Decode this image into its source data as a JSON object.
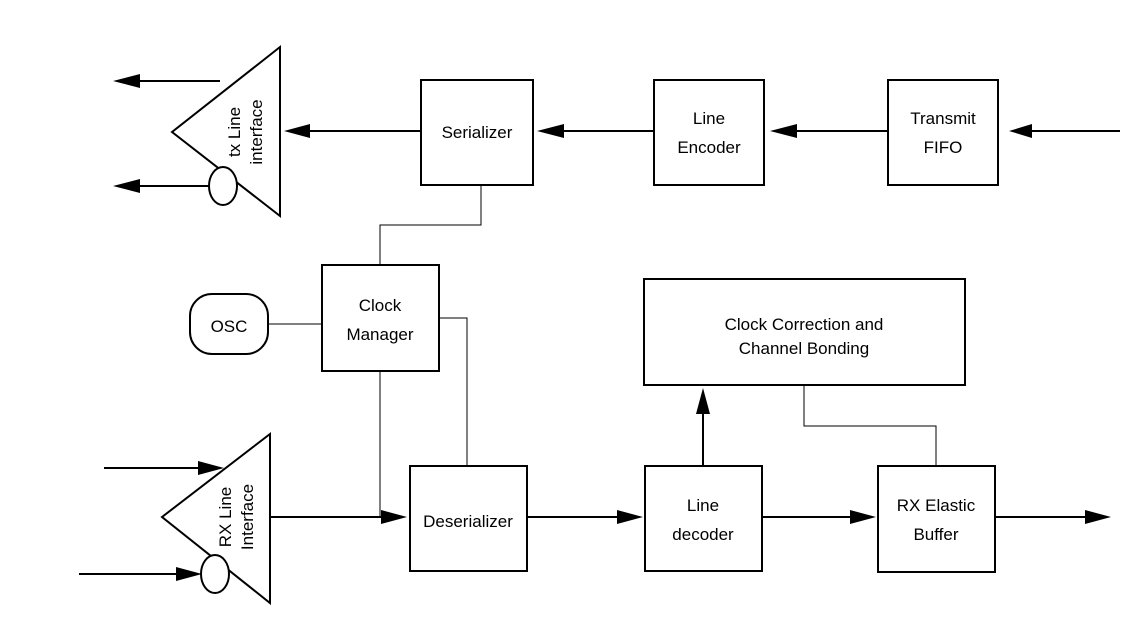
{
  "blocks": {
    "tx_line_interface": [
      "tx Line",
      "interface"
    ],
    "serializer": "Serializer",
    "line_encoder": [
      "Line",
      "Encoder"
    ],
    "transmit_fifo": [
      "Transmit",
      "FIFO"
    ],
    "osc": "OSC",
    "clock_manager": [
      "Clock",
      "Manager"
    ],
    "clock_correction": [
      "Clock Correction and",
      "Channel Bonding"
    ],
    "rx_line_interface": [
      "RX Line",
      "Interface"
    ],
    "deserializer": "Deserializer",
    "line_decoder": [
      "Line",
      "decoder"
    ],
    "rx_elastic_buffer": [
      "RX Elastic",
      "Buffer"
    ]
  }
}
